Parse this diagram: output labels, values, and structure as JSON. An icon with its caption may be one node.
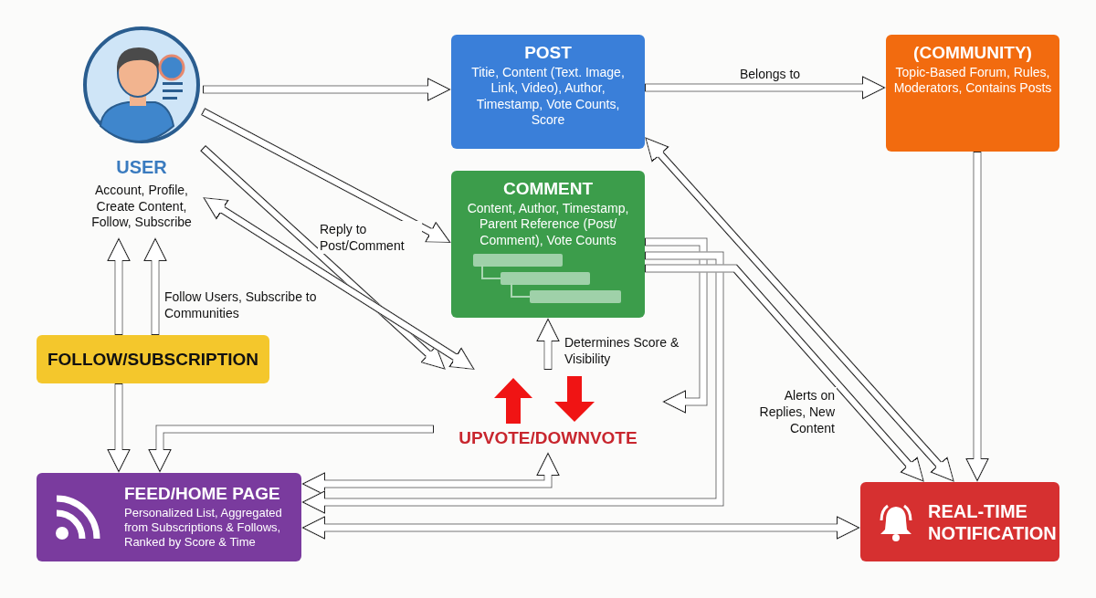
{
  "diagram": {
    "nodes": [
      {
        "text": [
          "USER",
          "Account, Profile, Create Content, Follow, Subscribe"
        ]
      },
      {
        "text": [
          "POST",
          "Titie, Content (Text. Image, Link, Video), Author, Timestamp, Vote Counts, Score"
        ]
      },
      {
        "text": [
          "COMMENT",
          "Content, Author, Timestamp, Parent Reference (Post/ Comment), Vote Counts"
        ]
      },
      {
        "text": [
          "(COMMUNITY)",
          "Topic-Based Forum, Rules, Moderators, Contains Posts"
        ]
      },
      {
        "text": [
          "FOLLOW/SUBSCRIPTION"
        ]
      },
      {
        "text": [
          "UPVOTE/DOWNVOTE"
        ]
      },
      {
        "text": [
          "FEED/HOME PAGE",
          "Personalized List, Aggregated from Subscriptions & Follows, Ranked by Score & Time"
        ]
      },
      {
        "text": [
          "REAL-TIME NOTIFICATION"
        ]
      }
    ],
    "edges": [
      {
        "from": 0,
        "to": 1,
        "arrow": "to"
      },
      {
        "from": 1,
        "to": 3,
        "arrow": "to",
        "label": "Belongs to"
      },
      {
        "from": 0,
        "to": 2,
        "arrow": "to",
        "label": "Reply to Post/Comment"
      },
      {
        "from": 0,
        "to": 5,
        "arrow": "to"
      },
      {
        "from": 0,
        "to": 5,
        "arrow": "both"
      },
      {
        "from": 4,
        "to": 0,
        "arrow": "to"
      },
      {
        "from": 4,
        "to": 0,
        "arrow": "to",
        "label": "Follow Users, Subscribe to Communities"
      },
      {
        "from": 4,
        "to": 6,
        "arrow": "to"
      },
      {
        "from": 5,
        "to": 6,
        "arrow": "to"
      },
      {
        "from": 2,
        "to": 5,
        "arrow": "to"
      },
      {
        "from": 5,
        "to": 2,
        "arrow": "to",
        "label": "Determines Score & Visibility"
      },
      {
        "from": 6,
        "to": 5,
        "arrow": "both"
      },
      {
        "from": 2,
        "to": 6,
        "arrow": "to"
      },
      {
        "from": 6,
        "to": 7,
        "arrow": "both"
      },
      {
        "from": 2,
        "to": 7,
        "arrow": "to",
        "label": "Alerts on Replies, New Content"
      },
      {
        "from": 1,
        "to": 7,
        "arrow": "both"
      },
      {
        "from": 3,
        "to": 7,
        "arrow": "to"
      }
    ]
  }
}
